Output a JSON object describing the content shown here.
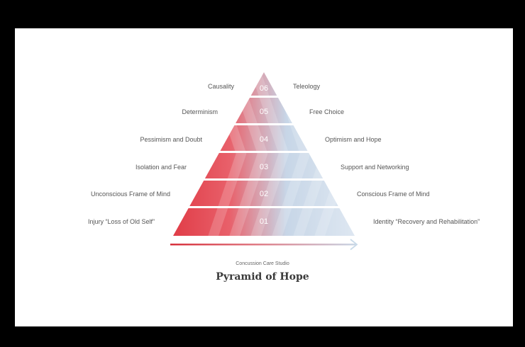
{
  "diagram": {
    "levels": [
      {
        "number": "01",
        "left": "Injury “Loss of Old Self”",
        "right": "Identity “Recovery and Rehabilitation”"
      },
      {
        "number": "02",
        "left": "Unconscious Frame of Mind",
        "right": "Conscious Frame of Mind"
      },
      {
        "number": "03",
        "left": "Isolation and Fear",
        "right": "Support and Networking"
      },
      {
        "number": "04",
        "left": "Pessimism and Doubt",
        "right": "Optimism and Hope"
      },
      {
        "number": "05",
        "left": "Determinism",
        "right": "Free Choice"
      },
      {
        "number": "06",
        "left": "Causality",
        "right": "Teleology"
      }
    ],
    "colors": {
      "red": "#e03a45",
      "light_blue": "#c9daea",
      "background": "#ffffff",
      "frame": "#000000"
    }
  },
  "caption": {
    "subtitle": "Concussion Care Studio",
    "title": "Pyramid of Hope"
  }
}
